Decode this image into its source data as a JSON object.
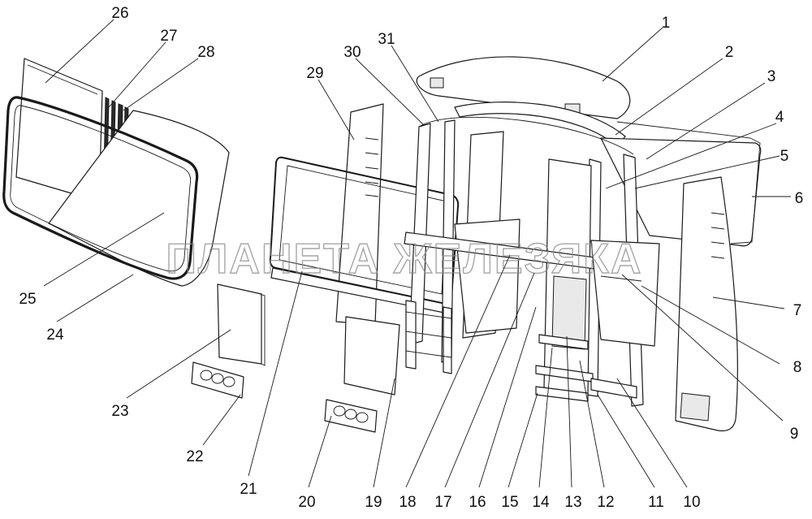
{
  "watermark": "ПЛАНЕТА ЖЕЛЕЗЯКА",
  "callouts": [
    {
      "id": "1",
      "label": "1"
    },
    {
      "id": "2",
      "label": "2"
    },
    {
      "id": "3",
      "label": "3"
    },
    {
      "id": "4",
      "label": "4"
    },
    {
      "id": "5",
      "label": "5"
    },
    {
      "id": "6",
      "label": "6"
    },
    {
      "id": "7",
      "label": "7"
    },
    {
      "id": "8",
      "label": "8"
    },
    {
      "id": "9",
      "label": "9"
    },
    {
      "id": "10",
      "label": "10"
    },
    {
      "id": "11",
      "label": "11"
    },
    {
      "id": "12",
      "label": "12"
    },
    {
      "id": "13",
      "label": "13"
    },
    {
      "id": "14",
      "label": "14"
    },
    {
      "id": "15",
      "label": "15"
    },
    {
      "id": "16",
      "label": "16"
    },
    {
      "id": "17",
      "label": "17"
    },
    {
      "id": "18",
      "label": "18"
    },
    {
      "id": "19",
      "label": "19"
    },
    {
      "id": "20",
      "label": "20"
    },
    {
      "id": "21",
      "label": "21"
    },
    {
      "id": "22",
      "label": "22"
    },
    {
      "id": "23",
      "label": "23"
    },
    {
      "id": "24",
      "label": "24"
    },
    {
      "id": "25",
      "label": "25"
    },
    {
      "id": "26",
      "label": "26"
    },
    {
      "id": "27",
      "label": "27"
    },
    {
      "id": "28",
      "label": "28"
    },
    {
      "id": "29",
      "label": "29"
    },
    {
      "id": "30",
      "label": "30"
    },
    {
      "id": "31",
      "label": "31"
    }
  ]
}
